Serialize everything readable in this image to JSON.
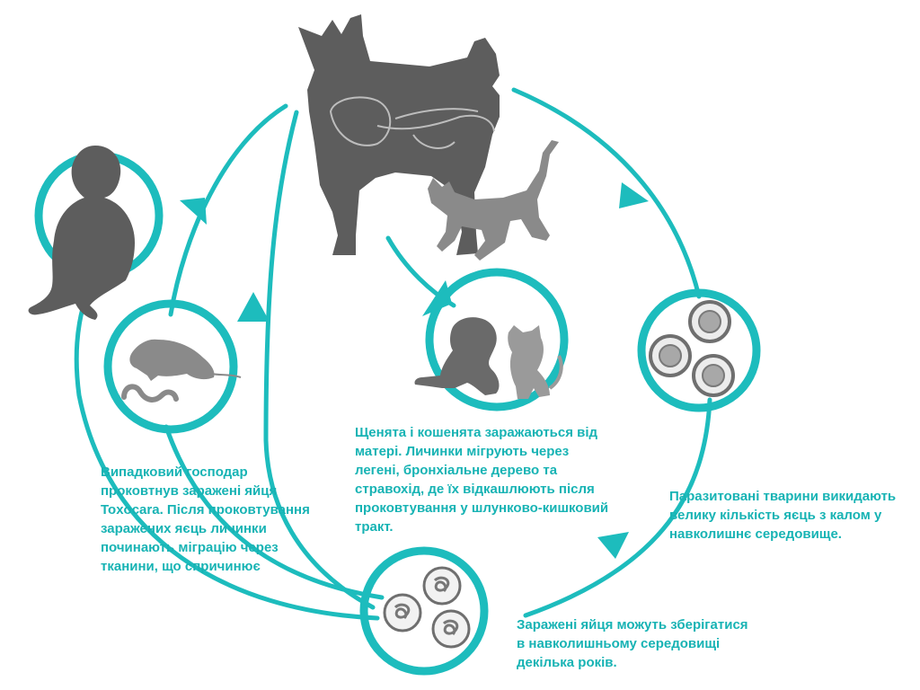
{
  "diagram": {
    "colors": {
      "accent": "#1dbcbd",
      "silhouette_dark": "#5d5d5d",
      "silhouette_light": "#9a9a9a",
      "egg_outline": "#6f6f6f",
      "caption_text": "#17b3b4"
    },
    "icons": [
      "dog-silhouette",
      "cat-silhouette",
      "child-silhouette",
      "mouse-silhouette",
      "earthworm-silhouette",
      "puppy-silhouette",
      "kitten-silhouette",
      "roundworm-egg",
      "embryonated-egg"
    ],
    "captions": {
      "puppies_kittens": [
        "Щенята і кошенята заражаються від",
        "матері. Личинки мігрують через",
        "легені, бронхіальне дерево та",
        "стравохід, де їх відкашлюють після",
        "проковтування у шлунково-кишковий",
        "тракт."
      ],
      "parasitized_animals": [
        "Паразитовані тварини викидають",
        "велику кількість яєць з калом у",
        "навколишнє середовище."
      ],
      "eggs_environment": [
        "Заражені яйця можуть зберігатися",
        "в навколишньому середовищі",
        "декілька років."
      ],
      "accidental_host": [
        "Випадковий господар",
        "проковтнув заражені яйця",
        "Toxocara. Після проковтування",
        "заражених яєць личинки",
        "починають міграцію через",
        "тканини, що спричинює"
      ]
    }
  }
}
